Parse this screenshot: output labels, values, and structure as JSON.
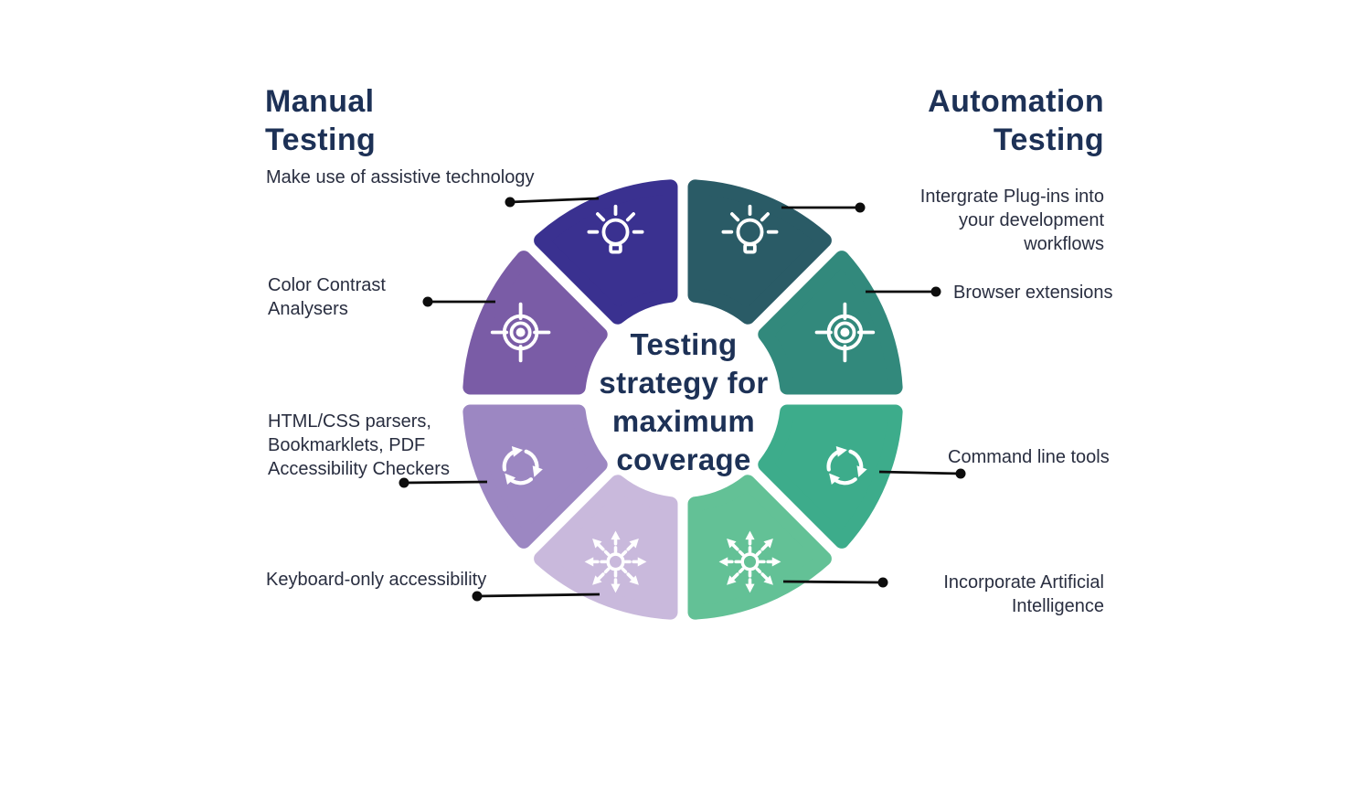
{
  "canvas": {
    "background": "#ffffff"
  },
  "center_label": "Testing\nstrategy for\nmaximum\ncoverage",
  "groups": {
    "manual": {
      "title": "Manual\nTesting"
    },
    "automation": {
      "title": "Automation\nTesting"
    }
  },
  "segments": [
    {
      "id": "assistive-technology",
      "group": "manual",
      "label": "Make use of assistive technology",
      "icon": "bulb-icon",
      "color": "#3a3190"
    },
    {
      "id": "color-contrast-analysers",
      "group": "manual",
      "label": "Color Contrast\nAnalysers",
      "icon": "target-icon",
      "color": "#7a5ca6"
    },
    {
      "id": "parsers-bookmarklets-checkers",
      "group": "manual",
      "label": "HTML/CSS parsers,\nBookmarklets, PDF\nAccessibility Checkers",
      "icon": "refresh-icon",
      "color": "#9c87c2"
    },
    {
      "id": "keyboard-only-accessibility",
      "group": "manual",
      "label": "Keyboard-only accessibility",
      "icon": "gear-arrows-icon",
      "color": "#c9b9dc"
    },
    {
      "id": "plugins-dev-workflows",
      "group": "automation",
      "label": "Intergrate Plug-ins into\nyour development\nworkflows",
      "icon": "bulb-icon",
      "color": "#2a5b66"
    },
    {
      "id": "browser-extensions",
      "group": "automation",
      "label": "Browser extensions",
      "icon": "target-icon",
      "color": "#32897c"
    },
    {
      "id": "command-line-tools",
      "group": "automation",
      "label": "Command line tools",
      "icon": "refresh-icon",
      "color": "#3dac8b"
    },
    {
      "id": "incorporate-artificial-intelligence",
      "group": "automation",
      "label": "Incorporate Artificial\nIntelligence",
      "icon": "gear-arrows-icon",
      "color": "#63c196"
    }
  ],
  "colors": {
    "heading": "#1d3156",
    "body": "#292e40",
    "connector": "#0d0d0d",
    "icon": "#ffffff"
  }
}
